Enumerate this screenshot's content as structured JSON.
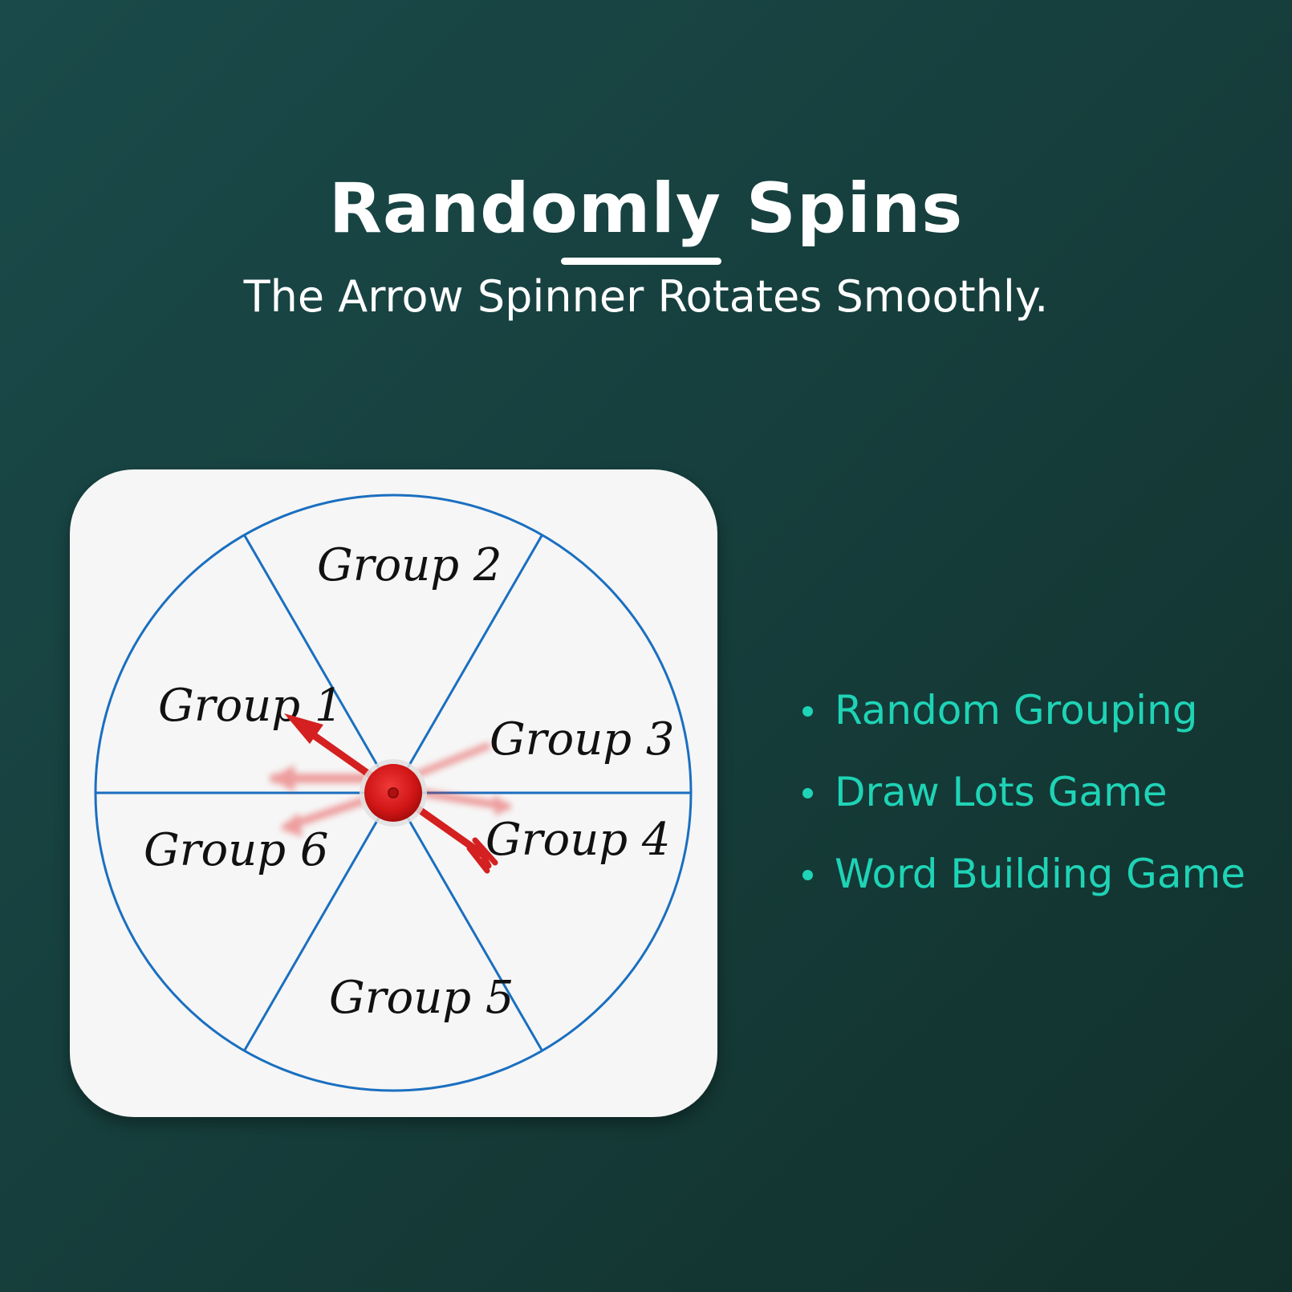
{
  "header": {
    "title": "Randomly Spins",
    "subtitle": "The Arrow Spinner Rotates Smoothly."
  },
  "spinner": {
    "segments": [
      {
        "label": "Group 1"
      },
      {
        "label": "Group 2"
      },
      {
        "label": "Group 3"
      },
      {
        "label": "Group 4"
      },
      {
        "label": "Group 5"
      },
      {
        "label": "Group 6"
      }
    ],
    "line_color": "#1a6fc0",
    "arrow_color": "#d42020"
  },
  "features": {
    "items": [
      {
        "label": "Random Grouping"
      },
      {
        "label": "Draw Lots Game"
      },
      {
        "label": "Word Building Game"
      }
    ],
    "accent_color": "#1fd3b6",
    "bullet_icon": "bullet-dot-icon"
  }
}
